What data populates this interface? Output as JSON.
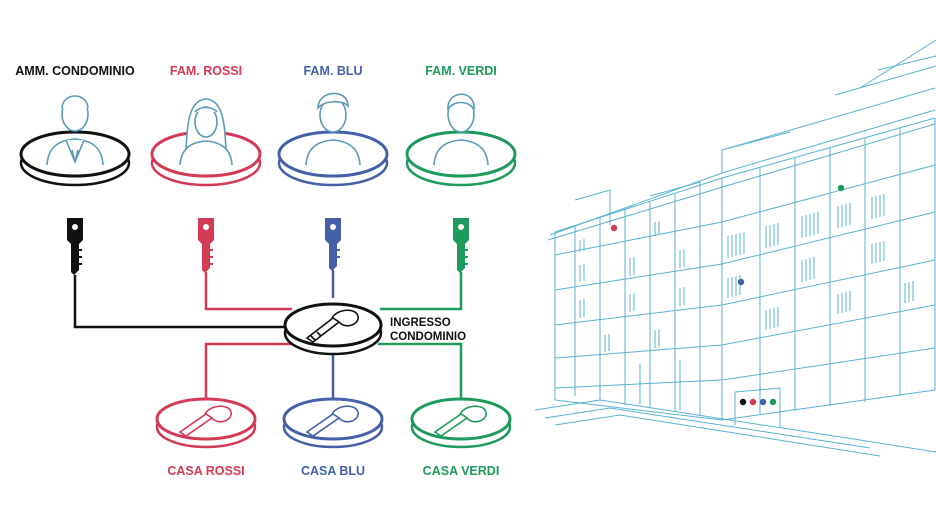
{
  "colors": {
    "black": "#111111",
    "red": "#d23a55",
    "blue": "#4560a8",
    "green": "#1e9a5c",
    "building": "#5ab3d0"
  },
  "people": [
    {
      "label": "AMM. CONDOMINIO",
      "color": "#111111",
      "icon": "man-suit-icon"
    },
    {
      "label": "FAM. ROSSI",
      "color": "#d23a55",
      "icon": "woman-icon"
    },
    {
      "label": "FAM. BLU",
      "color": "#4560a8",
      "icon": "man-icon"
    },
    {
      "label": "FAM. VERDI",
      "color": "#1e9a5c",
      "icon": "person-icon"
    }
  ],
  "hub": {
    "line1": "INGRESSO",
    "line2": "CONDOMINIO"
  },
  "homes": [
    {
      "label": "CASA ROSSI",
      "color": "#d23a55"
    },
    {
      "label": "CASA BLU",
      "color": "#4560a8"
    },
    {
      "label": "CASA VERDI",
      "color": "#1e9a5c"
    }
  ]
}
